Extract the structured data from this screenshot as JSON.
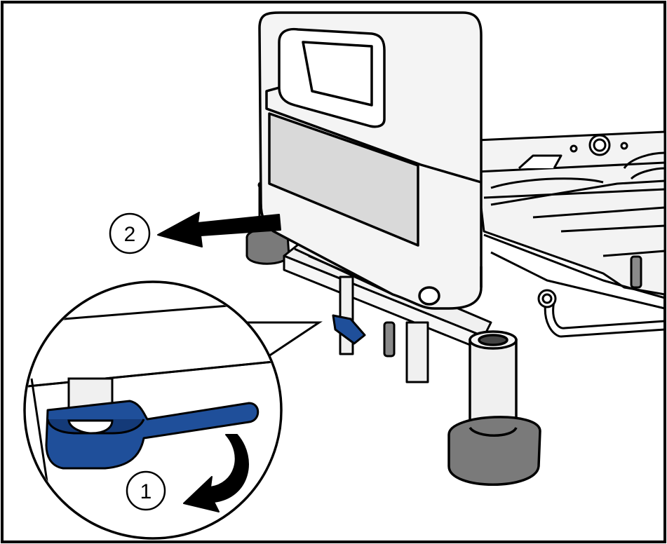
{
  "colors": {
    "outline": "#000000",
    "panel": "#f2f2f2",
    "panel_window": "#d9d9d9",
    "frame": "#f0f0f0",
    "wheel": "#7a7a7a",
    "wheel_dark": "#555555",
    "lever_blue": "#1f4f9a",
    "lever_blue_dark": "#143a78",
    "arrow": "#000000"
  },
  "steps": [
    {
      "number": "1",
      "icon": "curved-arrow-down-icon"
    },
    {
      "number": "2",
      "icon": "arrow-left-icon"
    }
  ],
  "inset": {
    "icon": "magnifier-detail-circle"
  }
}
